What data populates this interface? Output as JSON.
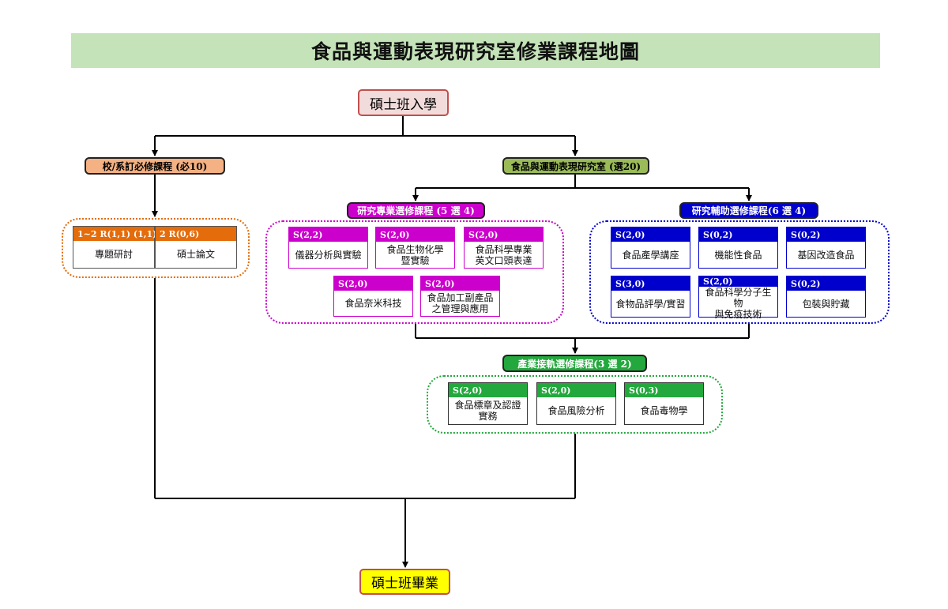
{
  "title": "食品與運動表現研究室修業課程地圖",
  "start": "碩士班入學",
  "end": "碩士班畢業",
  "required": {
    "label": "校/系訂必修課程 (必10)",
    "courses": [
      {
        "code": "1~2 R(1,1) (1,1)",
        "name": "專題研討"
      },
      {
        "code": "2 R(0,6)",
        "name": "碩士論文"
      }
    ]
  },
  "lab": {
    "label": "食品與運動表現研究室 (選20)"
  },
  "research": {
    "label": "研究專業選修課程 (5 選 4)",
    "courses": [
      {
        "code": "S(2,2)",
        "name": "儀器分析與實驗"
      },
      {
        "code": "S(2,0)",
        "name": "食品生物化學\n暨實驗"
      },
      {
        "code": "S(2,0)",
        "name": "食品科學專業\n英文口頭表達"
      },
      {
        "code": "S(2,0)",
        "name": "食品奈米科技"
      },
      {
        "code": "S(2,0)",
        "name": "食品加工副產品\n之管理與應用"
      }
    ]
  },
  "auxiliary": {
    "label": "研究輔助選修課程(6 選 4)",
    "courses": [
      {
        "code": "S(2,0)",
        "name": "食品產學講座"
      },
      {
        "code": "S(0,2)",
        "name": "機能性食品"
      },
      {
        "code": "S(0,2)",
        "name": "基因改造食品"
      },
      {
        "code": "S(3,0)",
        "name": "食物品評學/實習"
      },
      {
        "code": "S(2,0)",
        "name": "食品科學分子生物\n與免疫技術"
      },
      {
        "code": "S(0,2)",
        "name": "包裝與貯藏"
      }
    ]
  },
  "industry": {
    "label": "產業接軌選修課程(3 選 2)",
    "courses": [
      {
        "code": "S(2,0)",
        "name": "食品標章及認證\n實務"
      },
      {
        "code": "S(2,0)",
        "name": "食品風險分析"
      },
      {
        "code": "S(0,3)",
        "name": "食品毒物學"
      }
    ]
  },
  "colors": {
    "banner": "#c4e3b8",
    "required": "#e46c0a",
    "required_pill": "#f4b183",
    "lab_pill": "#9bbb59",
    "research": "#cc00cc",
    "auxiliary": "#0000cc",
    "industry": "#22a83c",
    "start_fill": "#f2dcdb",
    "start_border": "#c0504d",
    "end_fill": "#ffff00"
  }
}
